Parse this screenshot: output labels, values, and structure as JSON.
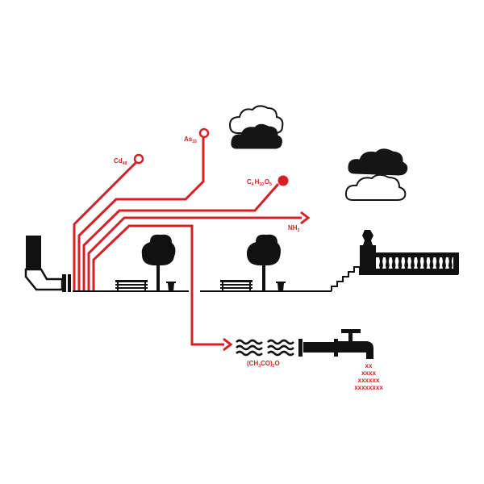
{
  "labels": {
    "cd": {
      "base": "Cd",
      "sub": "48"
    },
    "as": {
      "base": "As",
      "sub": "33"
    },
    "ester": {
      "c": "C",
      "c_sub": "4",
      "h": "H",
      "h_sub": "10",
      "o": "O",
      "o_sub": "5"
    },
    "nh": {
      "base": "NH",
      "sub": "3"
    },
    "anhydride": {
      "p1": "(CH",
      "s1": "3",
      "p2": "CO)",
      "s2": "2",
      "p3": "O"
    }
  },
  "drip_lines": [
    "xx",
    "xxxx",
    "xxxxxx",
    "xxxxxxxx"
  ],
  "colors": {
    "pollutant": "#d42026",
    "ink": "#111111"
  }
}
